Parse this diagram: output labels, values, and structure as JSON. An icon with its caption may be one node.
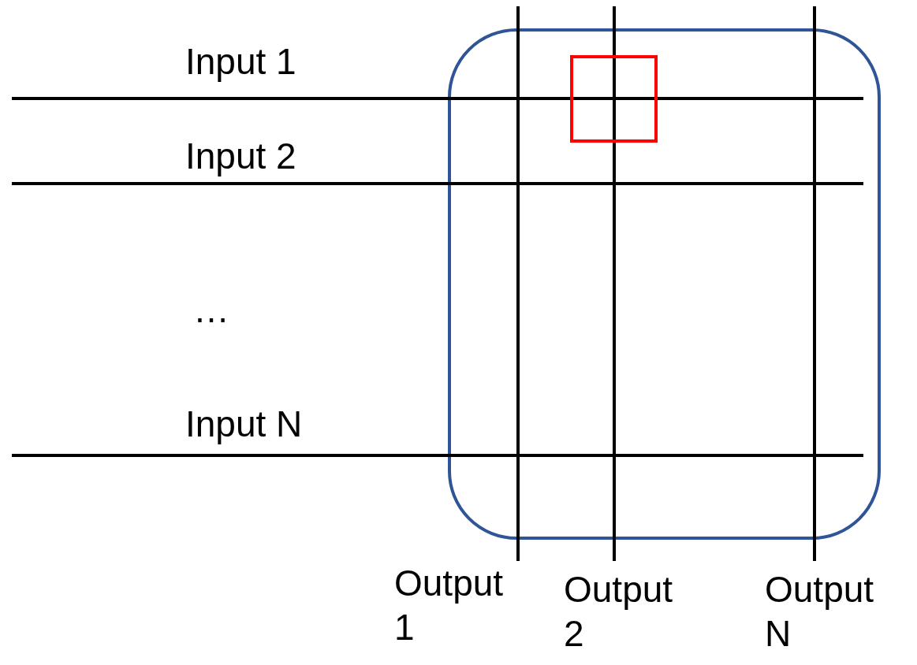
{
  "diagram": {
    "labels": [
      "Input 1",
      "Input 2",
      "…",
      "Input N",
      "Output 1",
      "Output 2",
      "Output N"
    ]
  }
}
